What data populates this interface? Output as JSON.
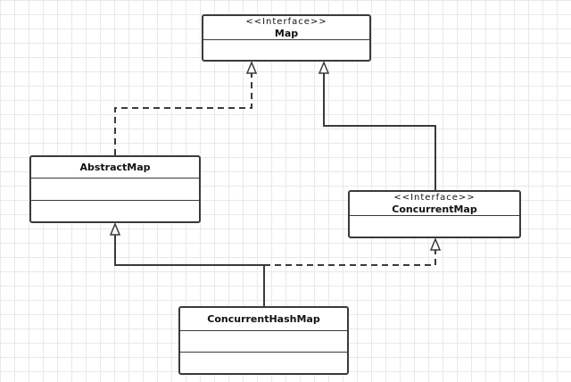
{
  "classes": {
    "map": {
      "stereotype": "<<Interface>>",
      "name": "Map"
    },
    "abstract_map": {
      "name": "AbstractMap"
    },
    "concurrent_map": {
      "stereotype": "<<Interface>>",
      "name": "ConcurrentMap"
    },
    "concurrent_hash_map": {
      "name": "ConcurrentHashMap"
    }
  },
  "relations": [
    {
      "from": "AbstractMap",
      "to": "Map",
      "kind": "realization",
      "line": "dashed"
    },
    {
      "from": "ConcurrentMap",
      "to": "Map",
      "kind": "generalization",
      "line": "solid"
    },
    {
      "from": "ConcurrentHashMap",
      "to": "AbstractMap",
      "kind": "generalization",
      "line": "solid"
    },
    {
      "from": "ConcurrentHashMap",
      "to": "ConcurrentMap",
      "kind": "realization",
      "line": "dashed"
    }
  ],
  "colors": {
    "line": "#3a3a3a",
    "grid": "#e9e9e9",
    "box_fill": "#ffffff"
  }
}
